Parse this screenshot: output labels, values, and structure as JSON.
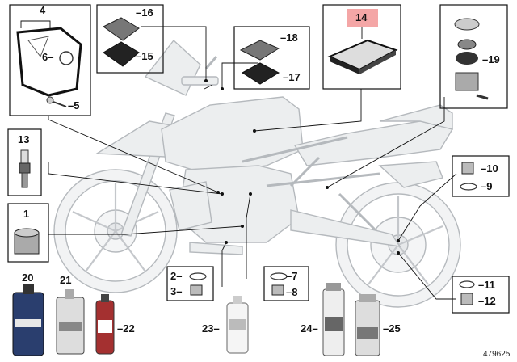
{
  "diagram_id": "479625",
  "accent_color": "#f4a6a6",
  "callouts": {
    "c1": "1",
    "c2": "2",
    "c3": "3",
    "c4": "4",
    "c5": "5",
    "c6": "6",
    "c7": "7",
    "c8": "8",
    "c9": "9",
    "c10": "10",
    "c11": "11",
    "c12": "12",
    "c13": "13",
    "c14": "14",
    "c15": "15",
    "c16": "16",
    "c17": "17",
    "c18": "18",
    "c19": "19",
    "c20": "20",
    "c21": "21",
    "c22": "22",
    "c23": "23",
    "c24": "24",
    "c25": "25"
  },
  "icons": [
    "motorcycle-illustration",
    "gasket-icon",
    "oring-icon",
    "plug-screw-icon",
    "cover-icon",
    "air-filter-icon",
    "brake-reservoir-icon",
    "spark-plug-icon",
    "oil-filter-icon",
    "oil-bottle-icon",
    "spray-can-icon",
    "drain-plug-icon"
  ]
}
